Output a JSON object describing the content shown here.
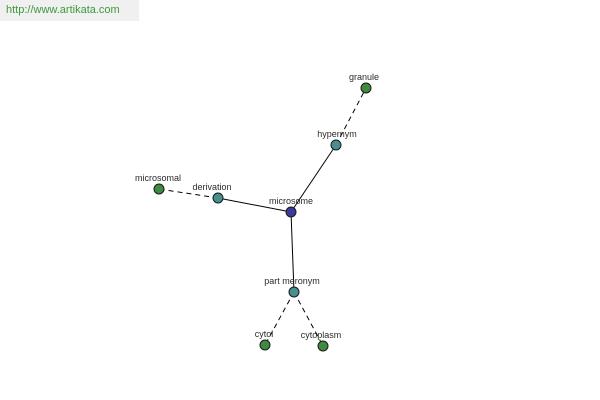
{
  "watermark": {
    "text": "http://www.artikata.com"
  },
  "colors": {
    "center": "#3b3b9b",
    "relation": "#4a8f8f",
    "leaf": "#3f8a3f",
    "watermark_text": "#3c9b3c"
  },
  "graph": {
    "nodes": [
      {
        "id": "microsome",
        "label": "microsome",
        "kind": "center"
      },
      {
        "id": "hypernym",
        "label": "hypernym",
        "kind": "relation"
      },
      {
        "id": "derivation",
        "label": "derivation",
        "kind": "relation"
      },
      {
        "id": "part-meronym",
        "label": "part meronym",
        "kind": "relation"
      },
      {
        "id": "granule",
        "label": "granule",
        "kind": "leaf"
      },
      {
        "id": "microsomal",
        "label": "microsomal",
        "kind": "leaf"
      },
      {
        "id": "cytol",
        "label": "cytol",
        "kind": "leaf"
      },
      {
        "id": "cytoplasm",
        "label": "cytoplasm",
        "kind": "leaf"
      }
    ],
    "edges": [
      {
        "from": "microsome",
        "to": "hypernym",
        "style": "solid"
      },
      {
        "from": "microsome",
        "to": "derivation",
        "style": "solid"
      },
      {
        "from": "microsome",
        "to": "part-meronym",
        "style": "solid"
      },
      {
        "from": "hypernym",
        "to": "granule",
        "style": "dashed"
      },
      {
        "from": "derivation",
        "to": "microsomal",
        "style": "dashed"
      },
      {
        "from": "part-meronym",
        "to": "cytol",
        "style": "dashed"
      },
      {
        "from": "part-meronym",
        "to": "cytoplasm",
        "style": "dashed"
      }
    ]
  }
}
